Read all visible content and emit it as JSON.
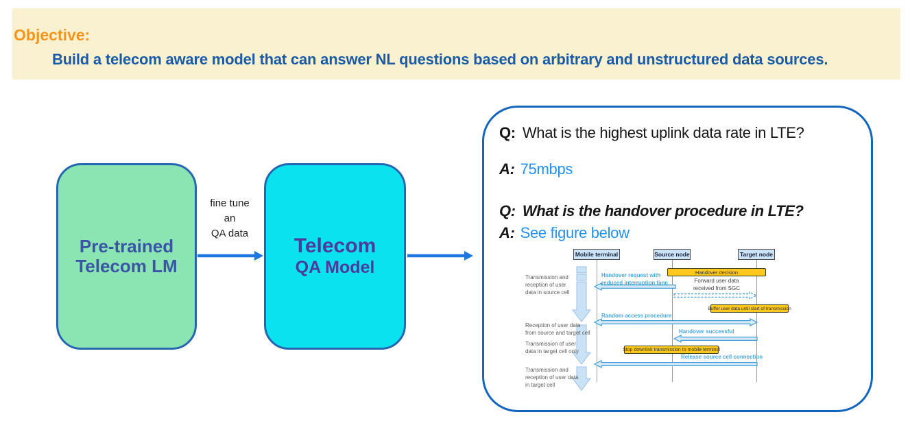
{
  "banner": {
    "heading": "Objective:",
    "body_pre": "Build a telecom aware model that can answer NL questions based on ",
    "body_bold1": "arbitrary",
    "body_mid": " and ",
    "body_bold2": "unstructured",
    "body_post": " data sources."
  },
  "flow": {
    "pretrained_box": {
      "line1": "Pre-trained",
      "line2": "Telecom LM"
    },
    "arrow_label": {
      "line1": "fine tune",
      "line2": "an",
      "line3": "QA data"
    },
    "model_box": {
      "line1": "Telecom",
      "line2": "QA Model"
    }
  },
  "qa_panel": {
    "q1_prefix": "Q:",
    "q1_text": "What is the highest uplink data rate in LTE?",
    "a1_prefix": "A:",
    "a1_text": "75mbps",
    "q2_prefix": "Q:",
    "q2_text": "What is the handover procedure in LTE?",
    "a2_prefix": "A:",
    "a2_text": "See figure below"
  },
  "sequence_diagram": {
    "actors": [
      {
        "label": "Mobile terminal"
      },
      {
        "label": "Source node"
      },
      {
        "label": "Target node"
      }
    ],
    "phase_labels": [
      {
        "line1": "Transmission and",
        "line2": "reception of user",
        "line3": "data in source cell"
      },
      {
        "line1": "Reception of user data",
        "line2": "from source and target cell"
      },
      {
        "line1": "Transmission of user",
        "line2": "data in target cell only"
      },
      {
        "line1": "Transmission and",
        "line2": "reception of user data",
        "line3": "in target cell"
      }
    ],
    "activity_boxes": [
      {
        "label": "Handover decision"
      },
      {
        "label": "Buffer user data until start of transmission"
      },
      {
        "label": "Stop downlink transmission to mobile terminal"
      }
    ],
    "message_labels": [
      {
        "line1": "Handover request with",
        "line2": "reduced interruption time"
      },
      {
        "line1": "Forward user data",
        "line2": "received from SGC"
      },
      {
        "line1": "Random access procedure"
      },
      {
        "line1": "Handover successful"
      },
      {
        "line1": "Release source cell connection"
      }
    ]
  },
  "colors": {
    "banner_bg": "#FAF1D0",
    "heading_orange": "#F7941D",
    "banner_text_blue": "#1B5AA5",
    "green_box_fill": "#8BE5B3",
    "cyan_box_fill": "#0BE2EF",
    "box_border_blue": "#2566B0",
    "box_text_indigo": "#3A55A6",
    "flow_arrow_blue": "#1D76E2",
    "panel_border_blue": "#1465BE",
    "answer_blue": "#2590F2",
    "seq_label_blue": "#4BA6DD",
    "seq_yellow": "#FFC81E",
    "seq_arrow_stroke": "#3E9BDA",
    "seq_arrow_fill": "#D9EBF8",
    "actor_box_fill": "#CDE4F7"
  }
}
